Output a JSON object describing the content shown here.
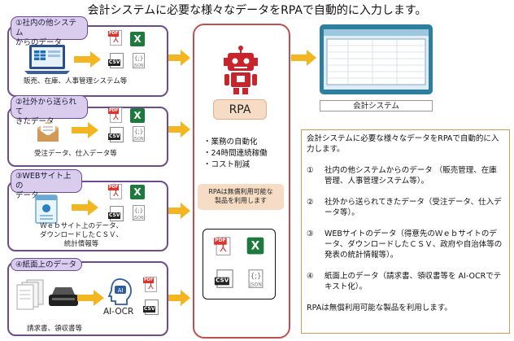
{
  "title": "会計システムに必要な様々なデータをRPAで自動的に入力します。",
  "groups": [
    {
      "label": "①社内の他システム\nからのデータ",
      "caption": "販売、在庫、人事管理システム等"
    },
    {
      "label": "②社外から送られて\nきたデータ",
      "caption": "受注データ、仕入データ等"
    },
    {
      "label": "③WEBサイト上の\nデータ",
      "caption": "Ｗｅｂサイト上のデータ、\nダウンロードしたＣＳＶ、\n統計情報等"
    },
    {
      "label": "④紙面上のデータ",
      "caption": "請求書、領収書等"
    }
  ],
  "icons": {
    "pdf": "PDF",
    "xls": "X",
    "csv": "CSV",
    "json": "JSON",
    "json_symbol": "{;}"
  },
  "ai_ocr": {
    "badge": "AI",
    "label": "AI-OCR"
  },
  "rpa": {
    "badge": "RPA",
    "features": [
      "・業務の自動化",
      "・24時間連続稼働",
      "・コスト削減"
    ],
    "note": "RPAは無償利用可能な\n製品を利用します"
  },
  "system_label": "会計システム",
  "description": {
    "intro": "会計システムに必要な様々なデータをRPAで自動的に入力します。",
    "items": [
      {
        "num": "①",
        "text": "社内の他システムからのデータ （販売管理、在庫管理、人事管理システム等）。"
      },
      {
        "num": "②",
        "text": "社外から送られてきたデータ（受注データ、仕入データ等）。"
      },
      {
        "num": "③",
        "text": "WEBサイトのデータ（得意先のＷｅｂサイトのデータ、ダウンロードしたＣＳＶ、政府や自治体等の発表の統計情報等）。"
      },
      {
        "num": "④",
        "text": "紙面上のデータ（請求書、領収書等を AI-OCRでテキスト化）。"
      }
    ],
    "footer": "RPAは無償利用可能な製品を利用します。"
  },
  "colors": {
    "group_border": "#6c4a95",
    "tab_fill": "#d9ccec",
    "arrow": "#f3b520",
    "center_border": "#c0504d",
    "badge_fill": "#f6dcc5",
    "monitor": "#2e7f9e",
    "textbox_border": "#d49a55",
    "robot": "#c9242b"
  }
}
